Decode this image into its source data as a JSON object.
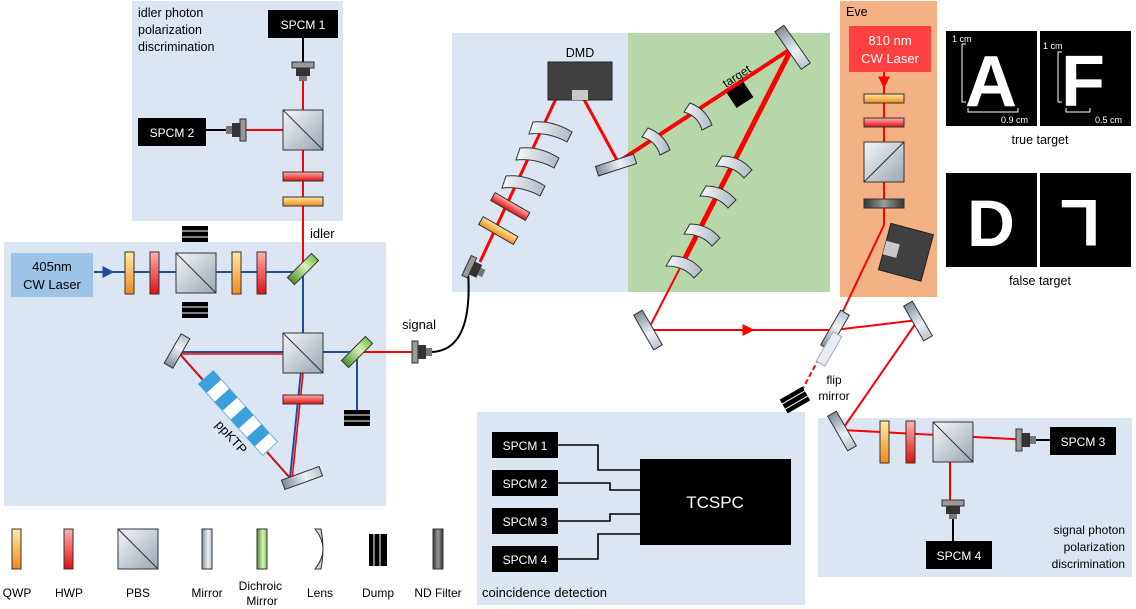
{
  "panels": {
    "idler_title": [
      "idler photon",
      "polarization",
      "discrimination"
    ],
    "signal_title": [
      "signal photon",
      "polarization",
      "discrimination"
    ],
    "coincidence_title": "coincidence detection",
    "eve_title": "Eve"
  },
  "sources": {
    "pump_laser": [
      "405nm",
      "CW Laser"
    ],
    "eve_laser": [
      "810 nm",
      "CW Laser"
    ]
  },
  "labels": {
    "idler": "idler",
    "signal": "signal",
    "ppktp": "ppKTP",
    "dmd": "DMD",
    "target": "target",
    "flip_mirror": [
      "flip",
      "mirror"
    ],
    "tcspc": "TCSPC"
  },
  "detectors": {
    "idler_top": "SPCM 1",
    "idler_left": "SPCM 2",
    "signal_right": "SPCM 3",
    "signal_bottom": "SPCM 4",
    "tcspc_inputs": [
      "SPCM 1",
      "SPCM 2",
      "SPCM 3",
      "SPCM 4"
    ]
  },
  "targets": {
    "true_letters": [
      "A",
      "F"
    ],
    "true_dims": {
      "a_height": "1 cm",
      "a_width": "0.9 cm",
      "f_height": "1 cm",
      "f_width": "0.5 cm"
    },
    "true_caption": "true target",
    "false_letters": [
      "D",
      "L"
    ],
    "false_caption": "false target"
  },
  "legend": [
    "QWP",
    "HWP",
    "PBS",
    "Mirror",
    "Dichroic Mirror",
    "Lens",
    "Dump",
    "ND Filter"
  ],
  "colors": {
    "panel_blue": "#dce6f2",
    "panel_green": "#b6d7a8",
    "panel_orange": "#f4b183",
    "pump_blue": "#1f4e9c",
    "beam_red": "#ff0000",
    "laser_blue_box": "#9dc3e6",
    "laser_red_box": "#ff4040"
  }
}
